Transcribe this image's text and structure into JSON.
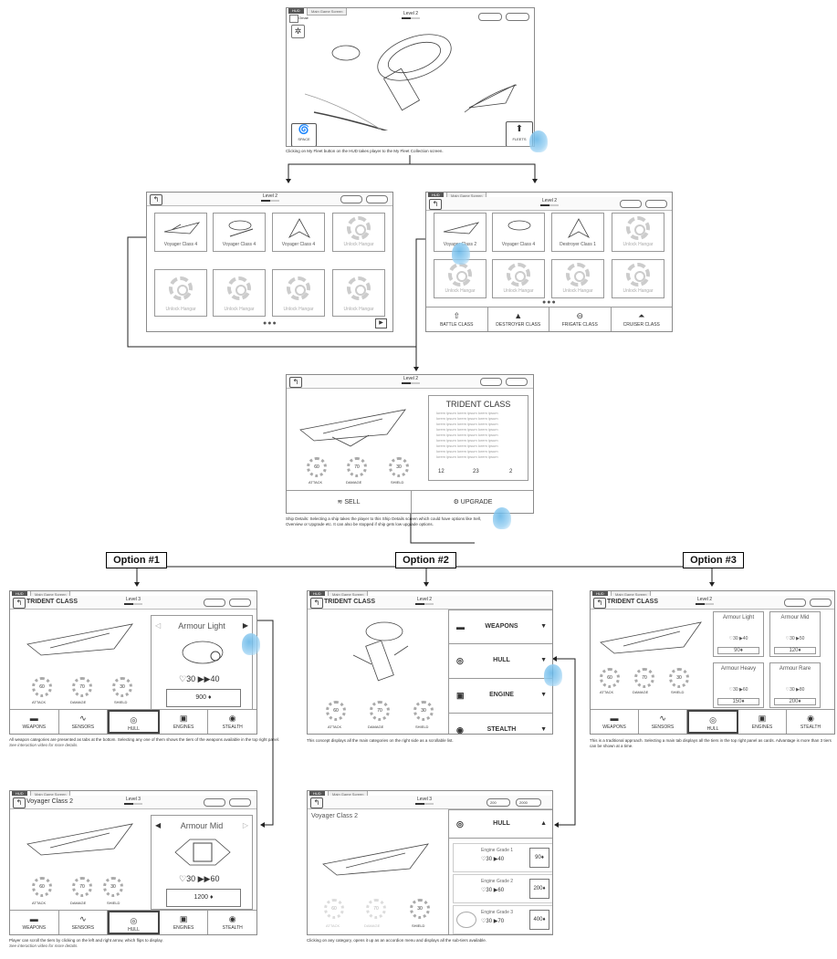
{
  "hud": {
    "hud_tab": "HUD",
    "main_tab": "Main Game Screen",
    "level_label": "Level 2",
    "level_label_3": "Level 3",
    "player_name": "Omae",
    "space_label": "SPACE",
    "fleets_label": "FLEETS",
    "caption": "Clicking on My Fleet button on the HUD takes player to the My Fleet Collection screen."
  },
  "hangar": {
    "cards": [
      "Voyager Class 4",
      "Voyager Class 4",
      "Voyager Class 4",
      "Unlock Hangar",
      "Unlock Hangar",
      "Unlock Hangar",
      "Unlock Hangar",
      "Unlock Hangar"
    ],
    "cards_b": [
      "Voyager Class 2",
      "Voyager Class 4",
      "Destroyer Class 1",
      "Unlock Hangar",
      "Unlock Hangar",
      "Unlock Hangar",
      "Unlock Hangar",
      "Unlock Hangar"
    ],
    "class_tabs": [
      "BATTLE CLASS",
      "DESTROYER CLASS",
      "FRIGATE CLASS",
      "CRUISER CLASS"
    ]
  },
  "details": {
    "title": "TRIDENT CLASS",
    "lorem_line": "lorem ipsum lorem ipsum lorem ipsum",
    "stats": [
      {
        "value": "60",
        "label": "ATTACK"
      },
      {
        "value": "70",
        "label": "DAMAGE"
      },
      {
        "value": "30",
        "label": "SHIELD"
      }
    ],
    "counts": [
      "12",
      "23",
      "2"
    ],
    "sell_label": "SELL",
    "upgrade_label": "UPGRADE",
    "caption": "Ship Details: Selecting a ship takes the player to this Ship Details screen which could have options like Sell, Overview or Upgrade etc. It can also be stopped if ship gets low upgrade options."
  },
  "options": {
    "labels": [
      "Option #1",
      "Option #2",
      "Option #3"
    ]
  },
  "option1": {
    "ship_name": "TRIDENT CLASS",
    "ship_name_b": "Voyager Class 2",
    "armour_a": "Armour Light",
    "armour_b": "Armour Mid",
    "stat_a": {
      "from": "30",
      "to": "40"
    },
    "stat_b": {
      "from": "30",
      "to": "60"
    },
    "price_a": "900",
    "price_b": "1200",
    "tabs": [
      "WEAPONS",
      "SENSORS",
      "HULL",
      "ENGINES",
      "STEALTH"
    ],
    "caption_a": "All weapon categories are presented as tabs at the bottom. Selecting any one of them shows the tiers of the weapons available in the top right panel.",
    "caption_a2": "See interaction video for more details.",
    "caption_b": "Player can scroll the tiers by clicking on the left and right arrow, which flips to display.",
    "caption_b2": "See interaction video for more details."
  },
  "option2": {
    "ship_name": "TRIDENT CLASS",
    "ship_name_b": "Voyager Class 2",
    "categories": [
      "WEAPONS",
      "HULL",
      "ENGINE",
      "STEALTH"
    ],
    "res_a": "200",
    "res_b": "2000",
    "hull_label": "HULL",
    "grades": [
      {
        "name": "Engine Grade 1",
        "from": "30",
        "to": "40",
        "price": "90"
      },
      {
        "name": "Engine Grade 2",
        "from": "30",
        "to": "60",
        "price": "200"
      },
      {
        "name": "Engine Grade 3",
        "from": "30",
        "to": "70",
        "price": "400"
      }
    ],
    "caption_a": "This concept displays all the main categories on the right side as a scrollable list.",
    "caption_b": "Clicking on any category, opens it up as an accordion menu and displays all the sub-tiers available."
  },
  "option3": {
    "ship_name": "TRIDENT CLASS",
    "cards": [
      {
        "name": "Armour Light",
        "from": "30",
        "to": "40",
        "price": "90"
      },
      {
        "name": "Armour Mid",
        "from": "30",
        "to": "50",
        "price": "120"
      },
      {
        "name": "Armour Heavy",
        "from": "30",
        "to": "60",
        "price": "150"
      },
      {
        "name": "Armour Rare",
        "from": "30",
        "to": "80",
        "price": "200"
      }
    ],
    "caption": "This is a traditional approach. Selecting a main tab displays all the tiers in the top right panel as cards. Advantage is more than 3 tiers can be shown at a time."
  }
}
